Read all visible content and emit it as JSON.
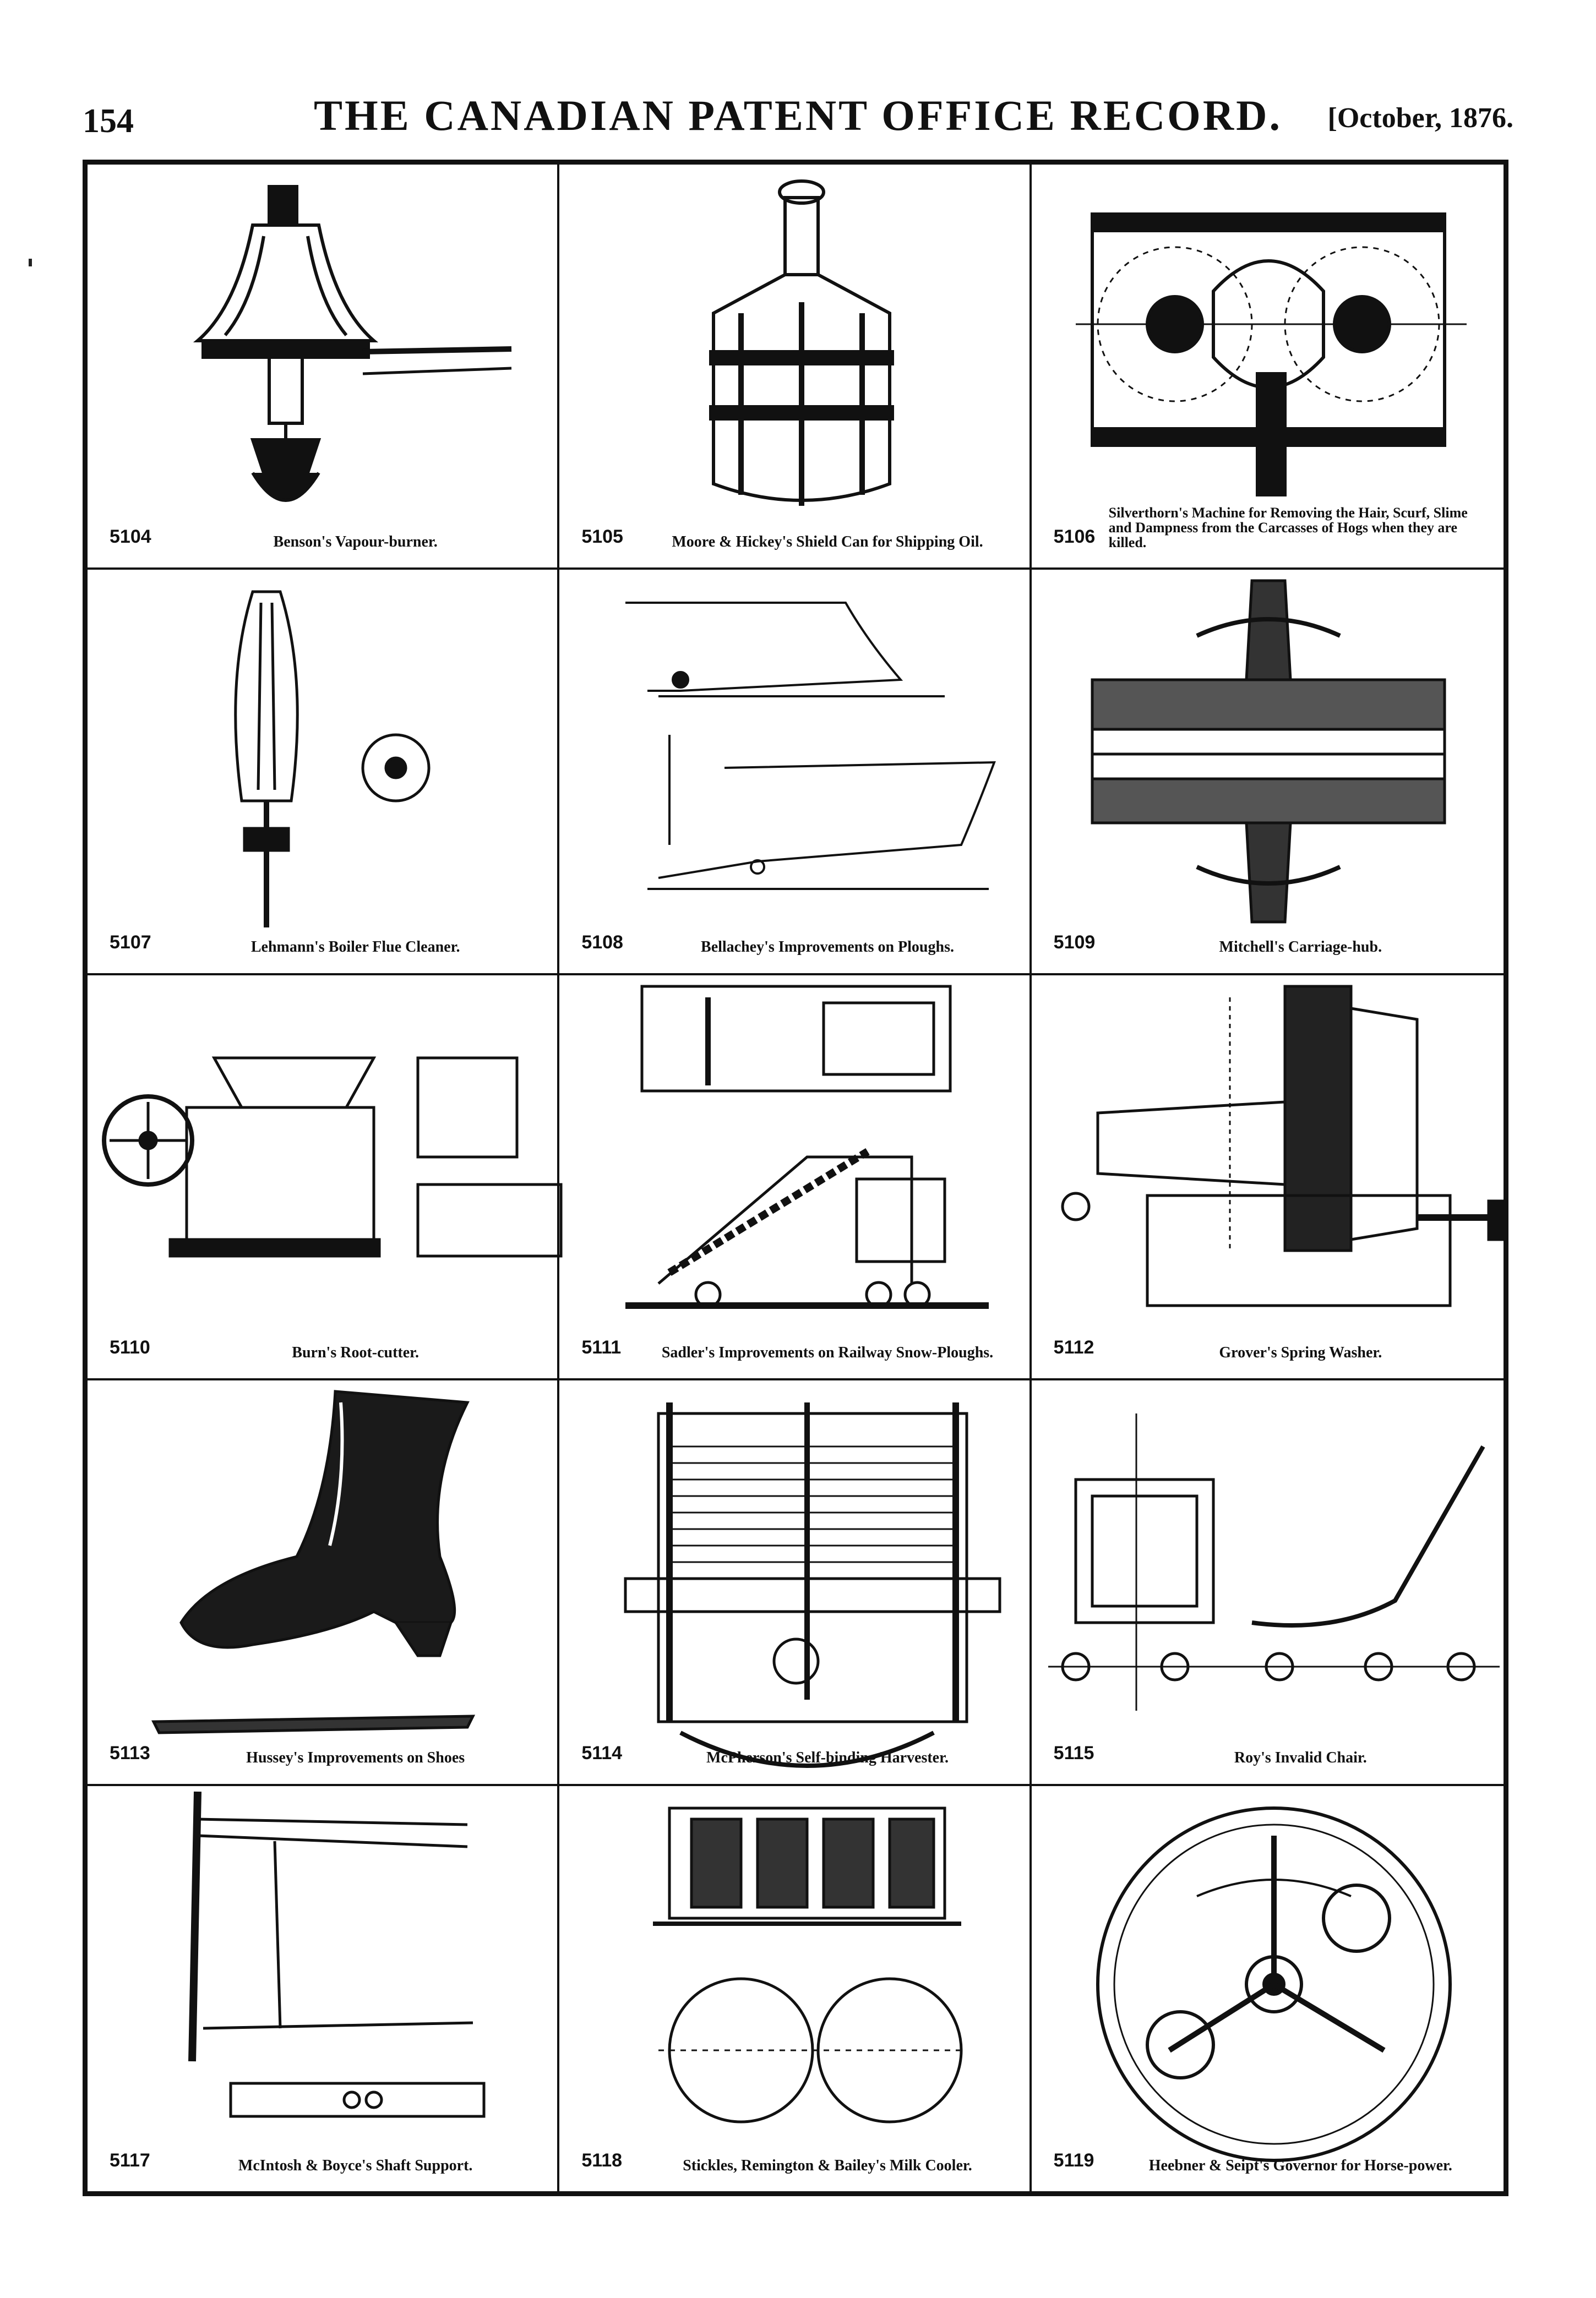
{
  "header": {
    "page_number": "154",
    "title": "THE CANADIAN PATENT OFFICE RECORD.",
    "date": "[October, 1876."
  },
  "entries": [
    {
      "number": "5104",
      "caption": "Benson's Vapour-burner."
    },
    {
      "number": "5105",
      "caption": "Moore & Hickey's Shield Can for Shipping Oil."
    },
    {
      "number": "5106",
      "caption": "Silverthorn's Machine for Removing the Hair, Scurf, Slime and Dampness from the Carcasses of Hogs when they are killed."
    },
    {
      "number": "5107",
      "caption": "Lehmann's Boiler Flue Cleaner."
    },
    {
      "number": "5108",
      "caption": "Bellachey's Improvements on Ploughs."
    },
    {
      "number": "5109",
      "caption": "Mitchell's Carriage-hub."
    },
    {
      "number": "5110",
      "caption": "Burn's Root-cutter."
    },
    {
      "number": "5111",
      "caption": "Sadler's Improvements on Railway Snow-Ploughs."
    },
    {
      "number": "5112",
      "caption": "Grover's Spring Washer."
    },
    {
      "number": "5113",
      "caption": "Hussey's Improvements on Shoes"
    },
    {
      "number": "5114",
      "caption": "McPherson's Self-binding Harvester."
    },
    {
      "number": "5115",
      "caption": "Roy's Invalid Chair."
    },
    {
      "number": "5117",
      "caption": "McIntosh & Boyce's Shaft Support."
    },
    {
      "number": "5118",
      "caption": "Stickles, Remington & Bailey's Milk Cooler."
    },
    {
      "number": "5119",
      "caption": "Heebner & Seipt's Governor for Horse-power."
    }
  ]
}
